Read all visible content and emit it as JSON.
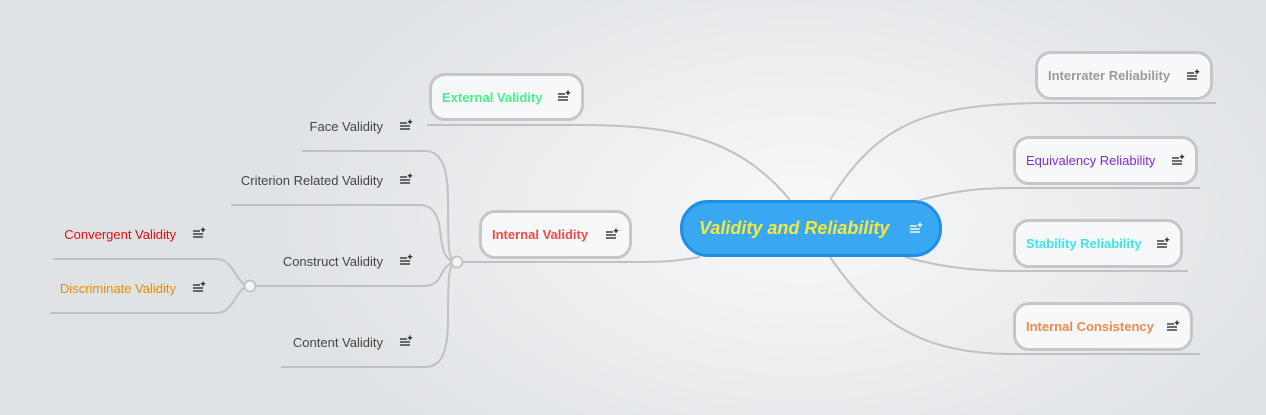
{
  "central": {
    "label": "Validity and Reliability",
    "color": "#f5e83b"
  },
  "topics": [
    {
      "id": "external",
      "label": "External Validity",
      "color": "#48f08c",
      "icon": "notes-add-icon"
    },
    {
      "id": "internal",
      "label": "Internal Validity",
      "color": "#f04a4a",
      "icon": "notes-add-icon"
    },
    {
      "id": "interrater",
      "label": "Interrater Reliability",
      "color": "#9a9a9a",
      "icon": "notes-add-icon"
    },
    {
      "id": "equivalency",
      "label": "Equivalency Reliability",
      "color": "#7a2fd6",
      "icon": "notes-add-icon"
    },
    {
      "id": "stability",
      "label": "Stability Reliability",
      "color": "#3fe3ea",
      "icon": "notes-add-icon"
    },
    {
      "id": "consistency",
      "label": "Internal Consistency",
      "color": "#f08a4f",
      "icon": "notes-add-icon"
    }
  ],
  "subtopics": [
    {
      "id": "face",
      "label": "Face Validity",
      "color": "#444444"
    },
    {
      "id": "criterion",
      "label": "Criterion Related Validity",
      "color": "#444444"
    },
    {
      "id": "construct",
      "label": "Construct Validity",
      "color": "#444444"
    },
    {
      "id": "content",
      "label": "Content Validity",
      "color": "#444444"
    },
    {
      "id": "convergent",
      "label": "Convergent Validity",
      "color": "#e01010"
    },
    {
      "id": "discriminate",
      "label": "Discriminate Validity",
      "color": "#eb8c00"
    }
  ]
}
